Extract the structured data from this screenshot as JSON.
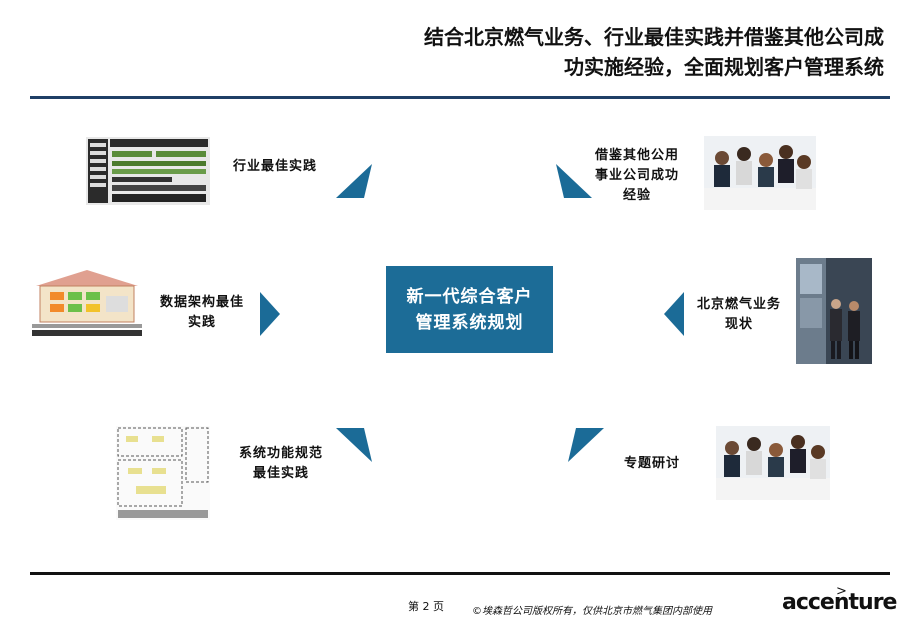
{
  "header": {
    "title_line1": "结合北京燃气业务、行业最佳实践并借鉴其他公司成",
    "title_line2": "功实施经验，全面规划客户管理系统"
  },
  "center": {
    "line1": "新一代综合客户",
    "line2": "管理系统规划"
  },
  "items": {
    "top_left": {
      "label": "行业最佳实践"
    },
    "top_right": {
      "line1": "借鉴其他公用",
      "line2": "事业公司成功",
      "line3": "经验"
    },
    "mid_left": {
      "line1": "数据架构最佳",
      "line2": "实践"
    },
    "mid_right": {
      "line1": "北京燃气业务",
      "line2": "现状"
    },
    "bot_left": {
      "line1": "系统功能规范",
      "line2": "最佳实践"
    },
    "bot_right": {
      "label": "专题研讨"
    }
  },
  "footer": {
    "page": "第 2 页",
    "copyright": "©埃森哲公司版权所有，仅供北京市燃气集团内部使用",
    "logo": "accenture",
    "logo_mark": ">"
  },
  "colors": {
    "accent": "#1c6c97",
    "rule": "#1f3f66",
    "arrow": "#1b6b97"
  }
}
